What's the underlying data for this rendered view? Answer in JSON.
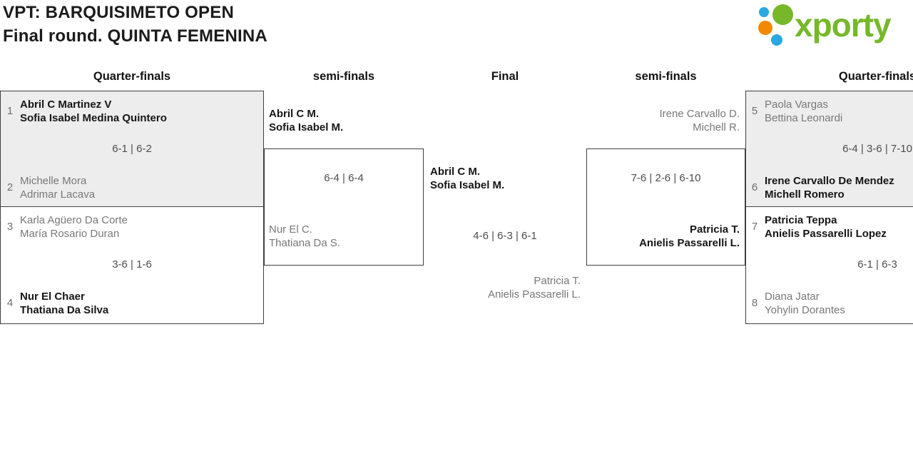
{
  "header": {
    "title": "VPT: BARQUISIMETO OPEN",
    "subtitle": "Final round. QUINTA FEMENINA"
  },
  "logo": {
    "text": "xporty",
    "colors": {
      "green": "#76b82a",
      "blue": "#29a9e0",
      "orange": "#f18a00"
    }
  },
  "round_headers": {
    "qf_left": "Quarter-finals",
    "sf_left": "semi-finals",
    "final": "Final",
    "sf_right": "semi-finals",
    "qf_right": "Quarter-finals"
  },
  "matches": {
    "qf1": {
      "seedA": "1",
      "teamA1": "Abril C Martinez V",
      "teamA2": "Sofia Isabel Medina Quintero",
      "score": "6-1 | 6-2",
      "seedB": "2",
      "teamB1": "Michelle Mora",
      "teamB2": "Adrimar Lacava"
    },
    "qf2": {
      "seedA": "3",
      "teamA1": "Karla Agüero Da Corte",
      "teamA2": "María Rosario Duran",
      "score": "3-6 | 1-6",
      "seedB": "4",
      "teamB1": "Nur El Chaer",
      "teamB2": "Thatiana Da Silva"
    },
    "sf1": {
      "teamA1": "Abril C M.",
      "teamA2": "Sofia Isabel M.",
      "score": "6-4 | 6-4",
      "teamB1": "Nur El C.",
      "teamB2": "Thatiana Da S."
    },
    "final": {
      "teamA1": "Abril C M.",
      "teamA2": "Sofia Isabel M.",
      "score": "4-6 | 6-3 | 6-1",
      "teamB1": "Patricia T.",
      "teamB2": "Anielis Passarelli L."
    },
    "sf2": {
      "teamA1": "Irene Carvallo D.",
      "teamA2": "Michell R.",
      "score": "7-6 | 2-6 | 6-10",
      "teamB1": "Patricia T.",
      "teamB2": "Anielis Passarelli L."
    },
    "qf3": {
      "seedA": "5",
      "teamA1": "Paola Vargas",
      "teamA2": "Bettina Leonardi",
      "score": "6-4 | 3-6 | 7-10",
      "seedB": "6",
      "teamB1": "Irene Carvallo De Mendez",
      "teamB2": "Michell Romero"
    },
    "qf4": {
      "seedA": "7",
      "teamA1": "Patricia Teppa",
      "teamA2": "Anielis Passarelli Lopez",
      "score": "6-1 | 6-3",
      "seedB": "8",
      "teamB1": "Diana Jatar",
      "teamB2": "Yohylin Dorantes"
    }
  },
  "colors": {
    "winner_match_bg": "#ededed",
    "box_border": "#3f3f3f",
    "winner_text": "#161616",
    "loser_text": "#787878"
  }
}
